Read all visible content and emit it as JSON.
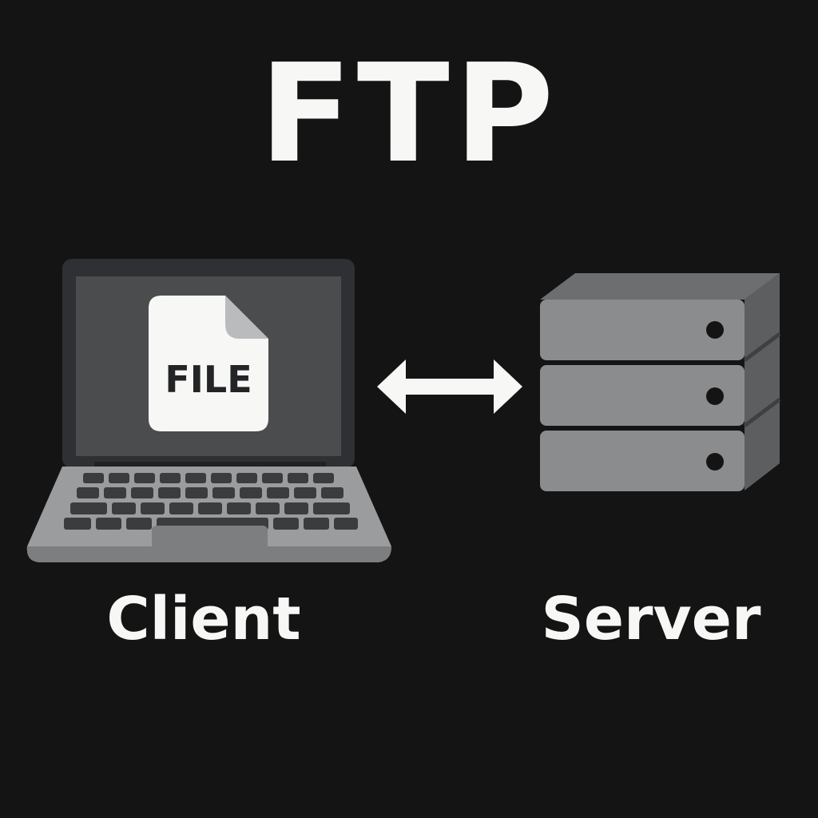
{
  "diagram": {
    "title": "FTP",
    "client_label": "Client",
    "server_label": "Server",
    "file_label": "FILE",
    "icons": {
      "client": "laptop-icon",
      "document": "file-document-icon",
      "transfer": "double-arrow-icon",
      "server": "server-stack-icon"
    },
    "colors": {
      "background": "#141414",
      "text": "#f7f7f5",
      "device_gray": "#8a8c8e",
      "screen_dark": "#4a4c4e"
    }
  }
}
